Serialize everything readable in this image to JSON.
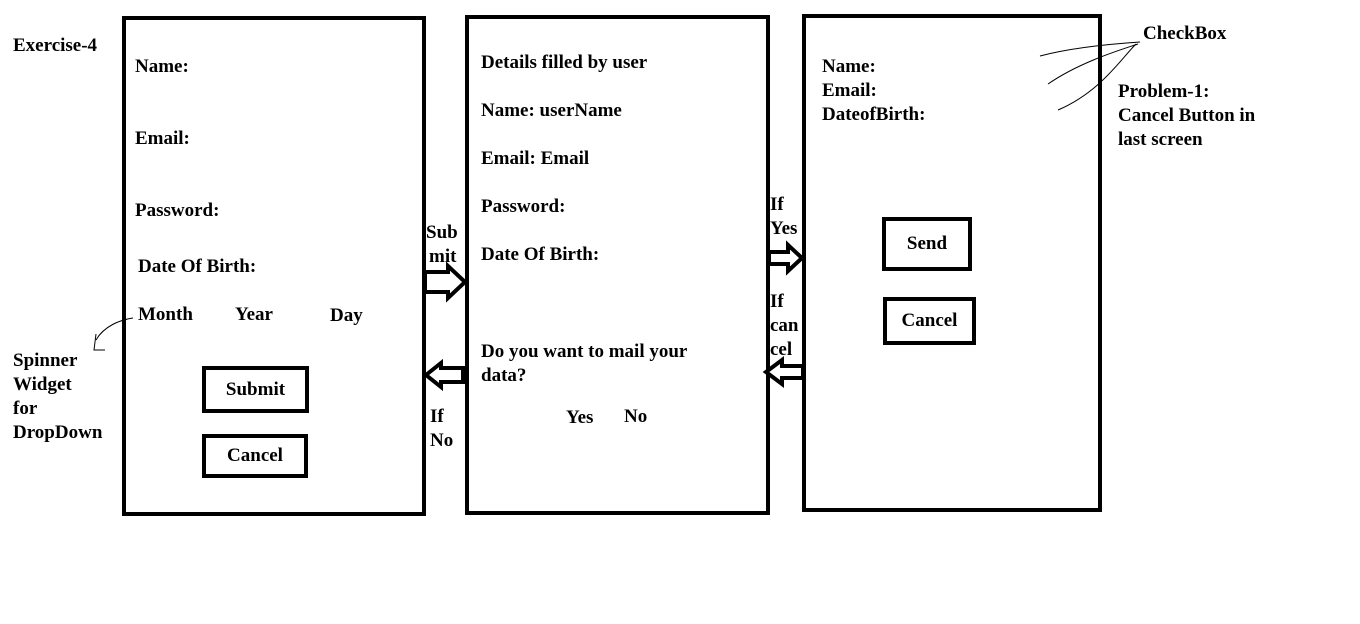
{
  "exercise_label": "Exercise-4",
  "screen1": {
    "name_label": "Name:",
    "email_label": "Email:",
    "password_label": "Password:",
    "dob_label": "Date Of Birth:",
    "month": "Month",
    "year": "Year",
    "day": "Day",
    "submit_button": "Submit",
    "cancel_button": "Cancel"
  },
  "spinner_note": [
    "Spinner",
    "Widget",
    "for",
    "DropDown"
  ],
  "submit_arrow_label": [
    "Sub",
    "mit"
  ],
  "if_no_label": [
    "If",
    "No"
  ],
  "screen2": {
    "heading": "Details filled by user",
    "name_line": "Name: userName",
    "email_line": "Email: Email",
    "password_label": "Password:",
    "dob_label": "Date Of Birth:",
    "question": [
      "Do you want to mail your",
      "data?"
    ],
    "yes_option": "Yes",
    "no_option": "No"
  },
  "if_yes_label": [
    "If",
    "Yes"
  ],
  "if_cancel_label": [
    "If",
    "can",
    "cel"
  ],
  "screen3": {
    "name_label": "Name:",
    "email_label": "Email:",
    "dob_label": "DateofBirth:",
    "send_button": "Send",
    "cancel_button": "Cancel"
  },
  "checkbox_note": "CheckBox",
  "problem_note": [
    "Problem-1:",
    "Cancel Button in",
    "last screen"
  ]
}
